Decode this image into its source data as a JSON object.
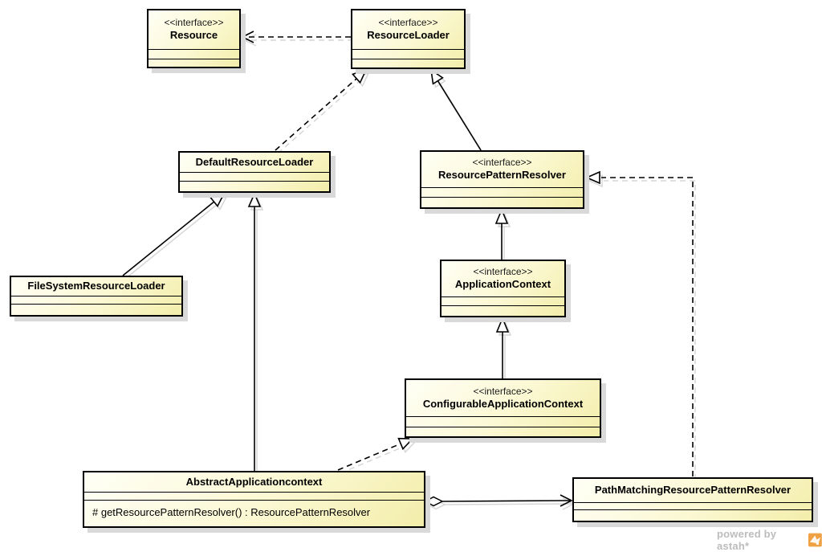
{
  "diagram": {
    "type": "uml-class-diagram",
    "classes": {
      "resource": {
        "stereotype": "<<interface>>",
        "name": "Resource"
      },
      "resourceLoader": {
        "stereotype": "<<interface>>",
        "name": "ResourceLoader"
      },
      "defaultResourceLoader": {
        "name": "DefaultResourceLoader"
      },
      "resourcePatternResolver": {
        "stereotype": "<<interface>>",
        "name": "ResourcePatternResolver"
      },
      "fileSystemResourceLoader": {
        "name": "FileSystemResourceLoader"
      },
      "applicationContext": {
        "stereotype": "<<interface>>",
        "name": "ApplicationContext"
      },
      "configurableApplicationContext": {
        "stereotype": "<<interface>>",
        "name": "ConfigurableApplicationContext"
      },
      "abstractApplicationContext": {
        "name": "AbstractApplicationcontext",
        "operations": [
          "# getResourcePatternResolver() : ResourcePatternResolver"
        ]
      },
      "pathMatchingResourcePatternResolver": {
        "name": "PathMatchingResourcePatternResolver"
      }
    },
    "relationships": [
      {
        "from": "ResourceLoader",
        "to": "Resource",
        "type": "dependency",
        "line": "dashed",
        "head": "open-arrow"
      },
      {
        "from": "DefaultResourceLoader",
        "to": "ResourceLoader",
        "type": "realization",
        "line": "dashed",
        "head": "hollow-triangle"
      },
      {
        "from": "ResourcePatternResolver",
        "to": "ResourceLoader",
        "type": "generalization",
        "line": "solid",
        "head": "hollow-triangle"
      },
      {
        "from": "FileSystemResourceLoader",
        "to": "DefaultResourceLoader",
        "type": "generalization",
        "line": "solid",
        "head": "hollow-triangle"
      },
      {
        "from": "AbstractApplicationcontext",
        "to": "DefaultResourceLoader",
        "type": "generalization",
        "line": "solid",
        "head": "hollow-triangle"
      },
      {
        "from": "ApplicationContext",
        "to": "ResourcePatternResolver",
        "type": "generalization",
        "line": "solid",
        "head": "hollow-triangle"
      },
      {
        "from": "ConfigurableApplicationContext",
        "to": "ApplicationContext",
        "type": "generalization",
        "line": "solid",
        "head": "hollow-triangle"
      },
      {
        "from": "AbstractApplicationcontext",
        "to": "ConfigurableApplicationContext",
        "type": "realization",
        "line": "dashed",
        "head": "hollow-triangle"
      },
      {
        "from": "AbstractApplicationcontext",
        "to": "PathMatchingResourcePatternResolver",
        "type": "aggregation",
        "line": "solid",
        "tail": "hollow-diamond",
        "head": "open-arrow"
      },
      {
        "from": "PathMatchingResourcePatternResolver",
        "to": "ResourcePatternResolver",
        "type": "realization",
        "line": "dashed",
        "head": "hollow-triangle"
      }
    ],
    "watermark": {
      "text": "powered by astah*"
    },
    "colors": {
      "class_fill": "#fbf8d2",
      "class_border": "#000000",
      "drop_shadow": "#d9d9d9",
      "watermark_text": "#bcbcbc",
      "watermark_logo_orange": "#f0a243"
    }
  }
}
